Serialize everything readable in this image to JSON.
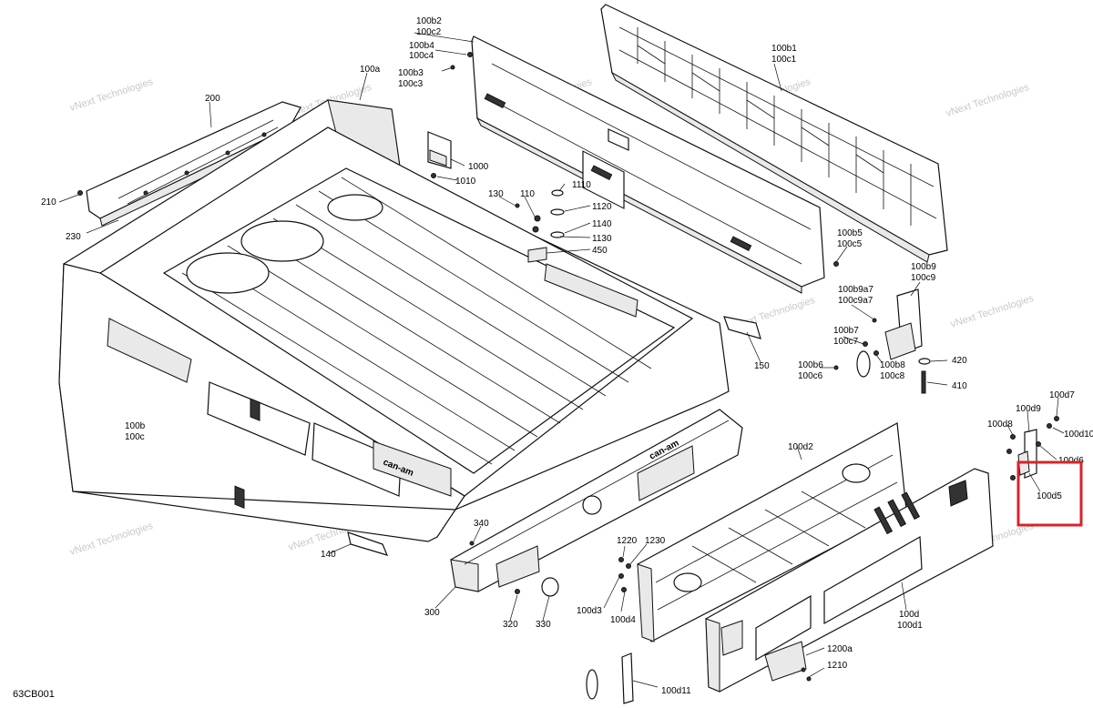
{
  "diagram": {
    "code": "63CB001",
    "watermark": "vNext Technologies",
    "highlight_color": "#d8232a",
    "labels": {
      "l_100b2": "100b2",
      "l_100c2": "100c2",
      "l_100b4": "100b4",
      "l_100c4": "100c4",
      "l_100b3": "100b3",
      "l_100c3": "100c3",
      "l_100a": "100a",
      "l_100b1": "100b1",
      "l_100c1": "100c1",
      "l_200": "200",
      "l_210": "210",
      "l_230": "230",
      "l_1000": "1000",
      "l_1010": "1010",
      "l_130": "130",
      "l_110": "110",
      "l_1110": "1110",
      "l_1120": "1120",
      "l_1140": "1140",
      "l_1130": "1130",
      "l_450": "450",
      "l_100b5": "100b5",
      "l_100c5": "100c5",
      "l_100b9": "100b9",
      "l_100c9": "100c9",
      "l_100b9a7": "100b9a7",
      "l_100c9a7": "100c9a7",
      "l_100b7": "100b7",
      "l_100c7": "100c7",
      "l_100b6": "100b6",
      "l_100c6": "100c6",
      "l_100b8": "100b8",
      "l_100c8": "100c8",
      "l_420": "420",
      "l_410": "410",
      "l_150": "150",
      "l_100d7": "100d7",
      "l_100d9": "100d9",
      "l_100d8": "100d8",
      "l_100d10": "100d10",
      "l_100d6": "100d6",
      "l_100d5": "100d5",
      "l_100b": "100b",
      "l_100c": "100c",
      "l_100d2": "100d2",
      "l_340": "340",
      "l_140": "140",
      "l_300": "300",
      "l_1220": "1220",
      "l_1230": "1230",
      "l_100d3": "100d3",
      "l_100d4": "100d4",
      "l_320": "320",
      "l_330": "330",
      "l_100d": "100d",
      "l_100d1": "100d1",
      "l_1200a": "1200a",
      "l_1210": "1210",
      "l_100d11": "100d11"
    }
  }
}
